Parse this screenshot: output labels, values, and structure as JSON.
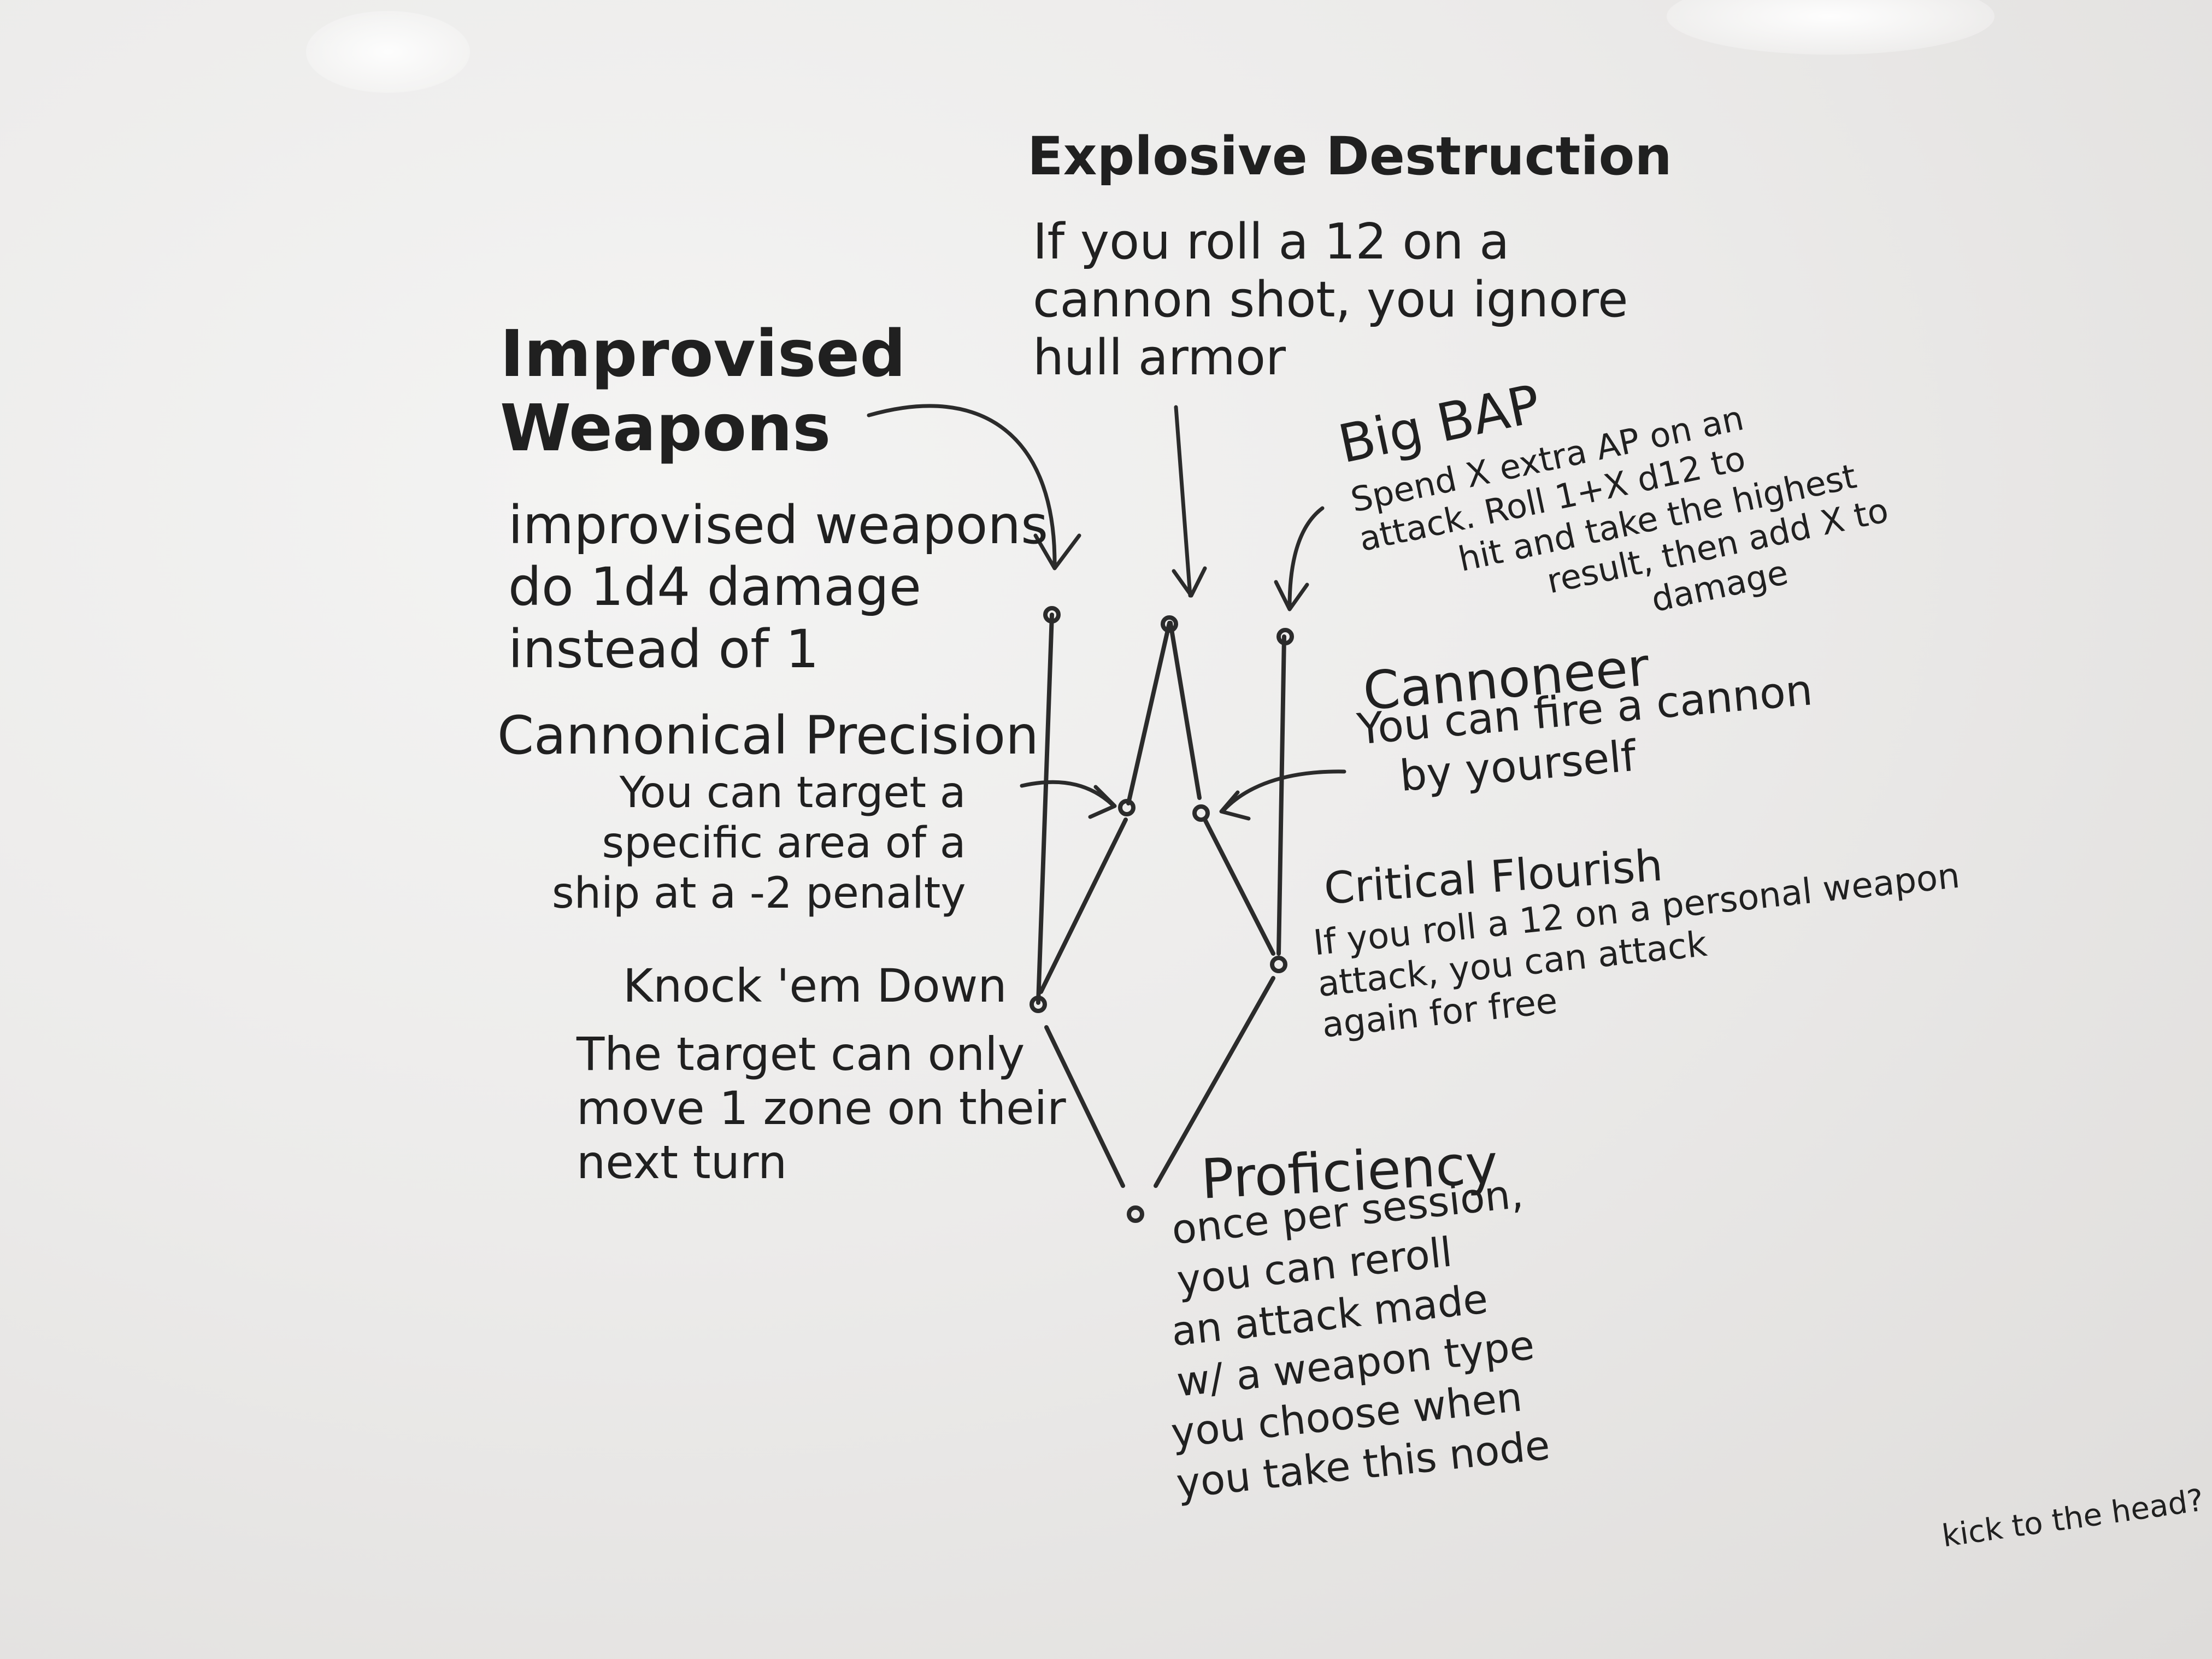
{
  "nodes": [
    {
      "id": "improvised",
      "title": "Improvised Weapons",
      "text": [
        "improvised weapons",
        "do 1d4 damage",
        "instead of 1"
      ]
    },
    {
      "id": "explosive",
      "title": "Explosive Destruction",
      "text": [
        "If you roll a 12 on a",
        "cannon shot, you ignore",
        "hull armor"
      ]
    },
    {
      "id": "bigbap",
      "title": "Big BAP",
      "text": [
        "Spend X extra AP on an",
        "attack. Roll 1+X d12 to",
        "hit and take the highest",
        "result, then add X to",
        "damage"
      ]
    },
    {
      "id": "cannonical",
      "title": "Cannonical Precision",
      "text": [
        "You can target a",
        "specific area of a",
        "ship at a -2 penalty"
      ]
    },
    {
      "id": "cannoneer",
      "title": "Cannoneer",
      "text": [
        "You can fire a cannon",
        "by yourself"
      ]
    },
    {
      "id": "knockdown",
      "title": "Knock 'em Down",
      "text": [
        "The target can only",
        "move 1 zone on their",
        "next turn"
      ]
    },
    {
      "id": "critical",
      "title": "Critical Flourish",
      "text": [
        "If you roll a 12 on a personal weapon",
        "attack, you can attack",
        "again for free"
      ]
    },
    {
      "id": "proficiency",
      "title": "Proficiency",
      "text": [
        "once per session,",
        "you can reroll",
        "an attack made",
        "w/ a weapon type",
        "you choose when",
        "you take this node"
      ]
    }
  ],
  "side_note": "kick to the head?"
}
